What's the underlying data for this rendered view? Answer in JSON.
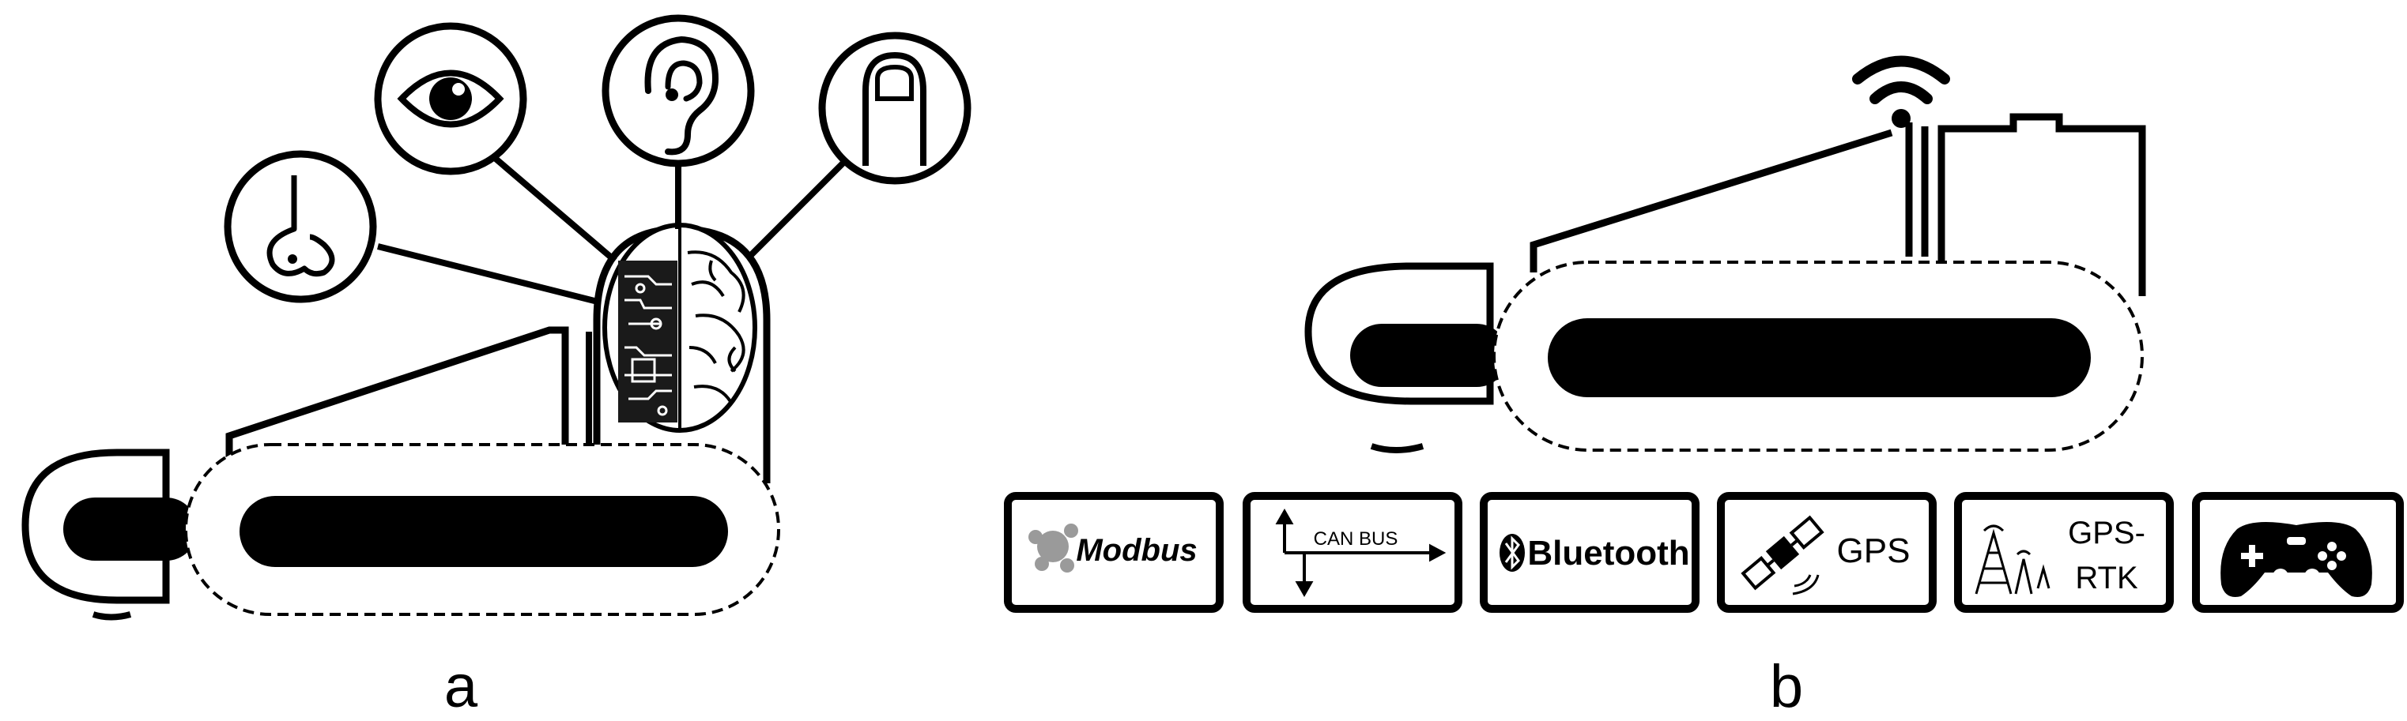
{
  "panels": {
    "a": {
      "label": "a",
      "senses": [
        {
          "icon": "nose-icon"
        },
        {
          "icon": "eye-icon"
        },
        {
          "icon": "ear-icon"
        },
        {
          "icon": "finger-icon"
        }
      ],
      "center_icon": "brain-circuit-icon"
    },
    "b": {
      "label": "b",
      "top_icons": [
        "wifi-icon",
        "battery-icon"
      ],
      "badges": [
        {
          "id": "modbus",
          "icon": "modbus-logo-icon",
          "text": "Modbus"
        },
        {
          "id": "canbus",
          "icon": "can-bus-arrows-icon",
          "text": "CAN BUS"
        },
        {
          "id": "bluetooth",
          "icon": "bluetooth-icon",
          "text": "Bluetooth"
        },
        {
          "id": "gps",
          "icon": "satellite-icon",
          "text": "GPS"
        },
        {
          "id": "gpsrtk",
          "icon": "antenna-tower-icon",
          "text_line1": "GPS-",
          "text_line2": "RTK"
        },
        {
          "id": "gamepad",
          "icon": "gamepad-icon"
        }
      ]
    }
  },
  "colors": {
    "ink": "#000000",
    "paper": "#ffffff",
    "modbus_gray": "#9a9a9a"
  }
}
